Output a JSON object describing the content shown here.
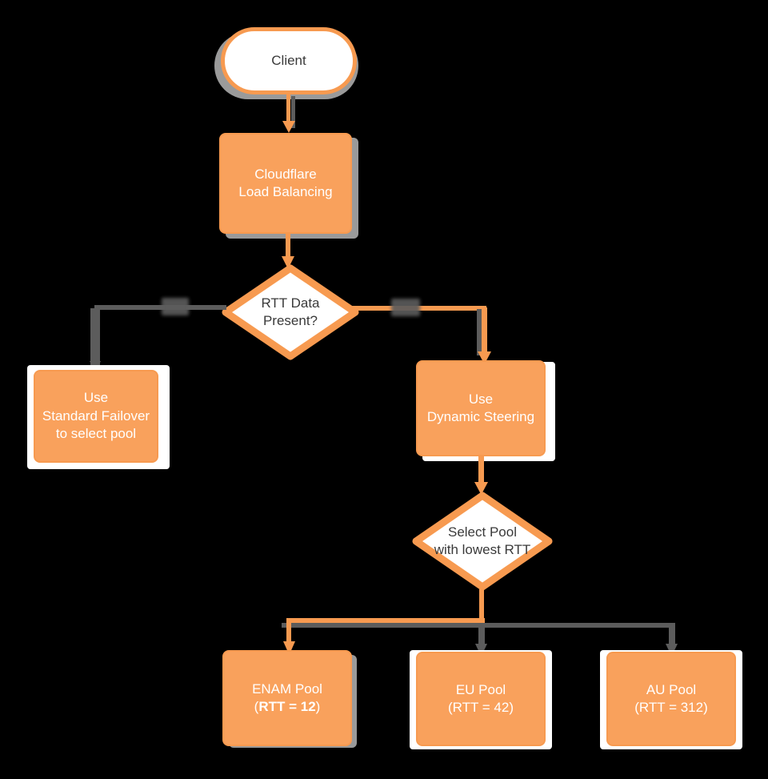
{
  "diagram": {
    "title": "Cloudflare Load Balancing RTT Steering Flowchart",
    "type": "flowchart",
    "background_color": "#000000",
    "accent_color": "#f79a50",
    "node_fill_color": "#f9a15c",
    "connector_gray_color": "#5c5c5c",
    "text_light_color": "#ffffff",
    "text_dark_color": "#3a3a3a"
  },
  "nodes": {
    "client": {
      "label": "Client",
      "shape": "terminator"
    },
    "load_balancing": {
      "line1": "Cloudflare",
      "line2": "Load Balancing",
      "shape": "process"
    },
    "rtt_decision": {
      "line1": "RTT Data",
      "line2": "Present?",
      "shape": "decision"
    },
    "standard_failover": {
      "line1": "Use",
      "line2": "Standard Failover",
      "line3": "to select pool",
      "shape": "process"
    },
    "dynamic_steering": {
      "line1": "Use",
      "line2": "Dynamic Steering",
      "shape": "process"
    },
    "select_pool": {
      "line1": "Select Pool",
      "line2": "with lowest RTT",
      "shape": "decision"
    },
    "enam_pool": {
      "line1": "ENAM Pool",
      "rtt_prefix": "(",
      "rtt_bold": "RTT = 12",
      "rtt_suffix": ")",
      "shape": "process",
      "selected": true
    },
    "eu_pool": {
      "line1": "EU Pool",
      "line2": "(RTT = 42)",
      "shape": "process",
      "selected": false
    },
    "au_pool": {
      "line1": "AU Pool",
      "line2": "(RTT = 312)",
      "shape": "process",
      "selected": false
    }
  },
  "edges": [
    {
      "name": "client-to-lb",
      "from": "client",
      "to": "load_balancing",
      "color": "#f79a50",
      "label": ""
    },
    {
      "name": "lb-to-decision",
      "from": "load_balancing",
      "to": "rtt_decision",
      "color": "#f79a50",
      "label": ""
    },
    {
      "name": "decision-to-failover",
      "from": "rtt_decision",
      "to": "standard_failover",
      "color": "#5c5c5c",
      "label": ""
    },
    {
      "name": "decision-to-steering",
      "from": "rtt_decision",
      "to": "dynamic_steering",
      "color": "#f79a50",
      "label": ""
    },
    {
      "name": "steering-to-select",
      "from": "dynamic_steering",
      "to": "select_pool",
      "color": "#f79a50",
      "label": ""
    },
    {
      "name": "select-to-enam",
      "from": "select_pool",
      "to": "enam_pool",
      "color": "#f79a50",
      "label": ""
    },
    {
      "name": "select-to-eu",
      "from": "select_pool",
      "to": "eu_pool",
      "color": "#5c5c5c",
      "label": ""
    },
    {
      "name": "select-to-au",
      "from": "select_pool",
      "to": "au_pool",
      "color": "#5c5c5c",
      "label": ""
    }
  ]
}
